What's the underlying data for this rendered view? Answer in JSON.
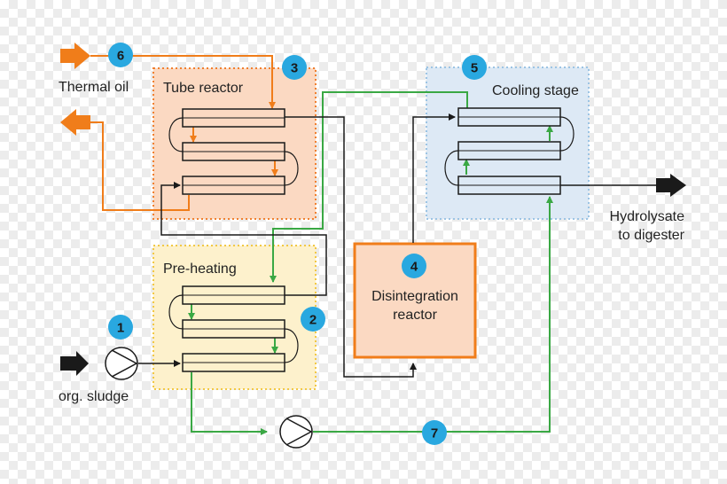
{
  "colors": {
    "orange": "#f07d1a",
    "green": "#3aa844",
    "black": "#1a1a1a",
    "badge": "#29a8e0",
    "tube_zone_fill": "#fbd9c2",
    "tube_zone_border": "#f08030",
    "preheat_zone_fill": "#fdf1cc",
    "preheat_zone_border": "#f2c844",
    "cooling_zone_fill": "#dde9f5",
    "cooling_zone_border": "#9cc4e4",
    "reactor_fill": "#fbd9c2",
    "reactor_border": "#f07d1a"
  },
  "labels": {
    "thermal_oil": "Thermal oil",
    "tube_reactor": "Tube reactor",
    "cooling_stage": "Cooling stage",
    "pre_heating": "Pre-heating",
    "disintegration_line1": "Disintegration",
    "disintegration_line2": "reactor",
    "org_sludge": "org. sludge",
    "hydrolysate_line1": "Hydrolysate",
    "hydrolysate_line2": "to digester"
  },
  "badges": {
    "pump": "1",
    "pre_heating": "2",
    "tube_reactor": "3",
    "disintegration": "4",
    "cooling": "5",
    "thermal_oil": "6",
    "recirculation": "7"
  }
}
